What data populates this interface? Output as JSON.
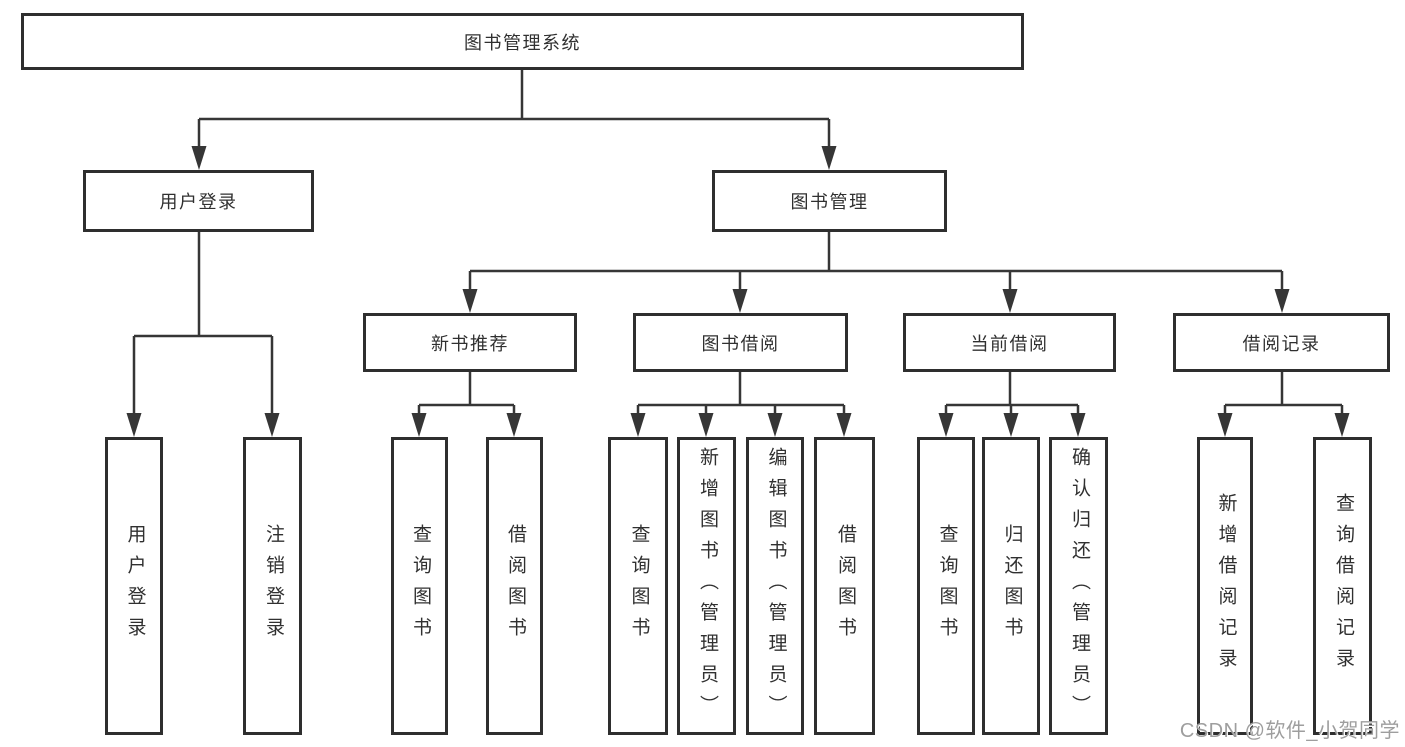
{
  "tree": {
    "label": "图书管理系统",
    "children": [
      {
        "label": "用户登录",
        "children": [
          {
            "label": "用户登录"
          },
          {
            "label": "注销登录"
          }
        ]
      },
      {
        "label": "图书管理",
        "children": [
          {
            "label": "新书推荐",
            "children": [
              {
                "label": "查询图书"
              },
              {
                "label": "借阅图书"
              }
            ]
          },
          {
            "label": "图书借阅",
            "children": [
              {
                "label": "查询图书"
              },
              {
                "label": "新增图书（管理员）"
              },
              {
                "label": "编辑图书（管理员）"
              },
              {
                "label": "借阅图书"
              }
            ]
          },
          {
            "label": "当前借阅",
            "children": [
              {
                "label": "查询图书"
              },
              {
                "label": "归还图书"
              },
              {
                "label": "确认归还（管理员）"
              }
            ]
          },
          {
            "label": "借阅记录",
            "children": [
              {
                "label": "新增借阅记录"
              },
              {
                "label": "查询借阅记录"
              }
            ]
          }
        ]
      }
    ]
  },
  "watermark": {
    "text": "CSDN @软件_小贺同学"
  },
  "colors": {
    "line": "#363636",
    "box_border": "#2e2e2e",
    "text": "#303030",
    "watermark": "#9e9e9e",
    "background": "#ffffff"
  }
}
